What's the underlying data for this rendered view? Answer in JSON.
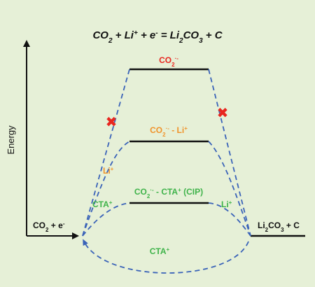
{
  "equation": {
    "co2": "CO",
    "co2_sub": "2",
    "plus1": " + Li",
    "li_sup": "+",
    "plus2": " + e",
    "e_sup": "-",
    "eq": " = Li",
    "li_sub": "2",
    "co3": "CO",
    "co3_sub": "3",
    "tail": " + C"
  },
  "axis": {
    "ylabel": "Energy"
  },
  "levels": {
    "co2_radical": {
      "main": "CO",
      "sub": "2",
      "sup": "·-",
      "color": "#e8261f"
    },
    "co2_li": {
      "main": "CO",
      "sub": "2",
      "sup": "·-",
      "mid": " - Li",
      "sup2": "+",
      "color": "#f0932a"
    },
    "co2_cta": {
      "main": "CO",
      "sub": "2",
      "sup": "·-",
      "mid": " - CTA",
      "sup2": "+",
      "tail": " (CIP)",
      "color": "#3fb34a"
    },
    "reactant": {
      "main": "CO",
      "sub": "2",
      "mid": " + e",
      "sup": "-"
    },
    "product": {
      "main": "Li",
      "sub": "2",
      "mid": "CO",
      "sub2": "3",
      "tail": " + C"
    }
  },
  "paths": {
    "li_label": {
      "main": "Li",
      "sup": "+",
      "color": "#f0932a"
    },
    "cta_left_label": {
      "main": "CTA",
      "sup": "+",
      "color": "#3fb34a"
    },
    "li_right_label": {
      "main": "Li",
      "sup": "+",
      "color": "#3fb34a"
    },
    "cta_bottom_label": {
      "main": "CTA",
      "sup": "+",
      "color": "#3fb34a"
    },
    "dash_color": "#3a63b8"
  },
  "blocked_mark": {
    "glyph": "✖",
    "color": "#e8261f"
  }
}
